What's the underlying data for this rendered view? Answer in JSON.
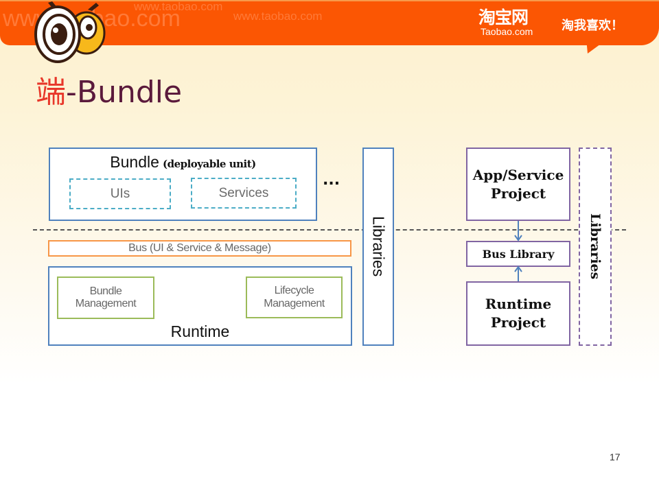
{
  "header": {
    "watermark": "www.taobao.com",
    "logo_cn": "淘宝网",
    "logo_en": "Taobao.com",
    "slogan": "淘我喜欢！"
  },
  "title": {
    "prefix": "端",
    "main": "-Bundle"
  },
  "left_diagram": {
    "bundle_title": "Bundle",
    "bundle_subtitle": "(deployable unit)",
    "uis": "UIs",
    "services": "Services",
    "ellipsis": "...",
    "bus": "Bus (UI & Service & Message)",
    "bundle_management": "Bundle Management",
    "lifecycle_management": "Lifecycle Management",
    "runtime": "Runtime",
    "libraries": "Libraries"
  },
  "right_diagram": {
    "app_service_project": "App/Service Project",
    "bus_library": "Bus Library",
    "runtime_project": "Runtime Project",
    "libraries": "Libraries"
  },
  "page_number": "17",
  "colors": {
    "header": "#fb5603",
    "bundle_border": "#4f81bd",
    "dashed_box": "#4bacc6",
    "bus_border": "#f79646",
    "module_border": "#9bbb59",
    "project_border": "#8064a2"
  }
}
